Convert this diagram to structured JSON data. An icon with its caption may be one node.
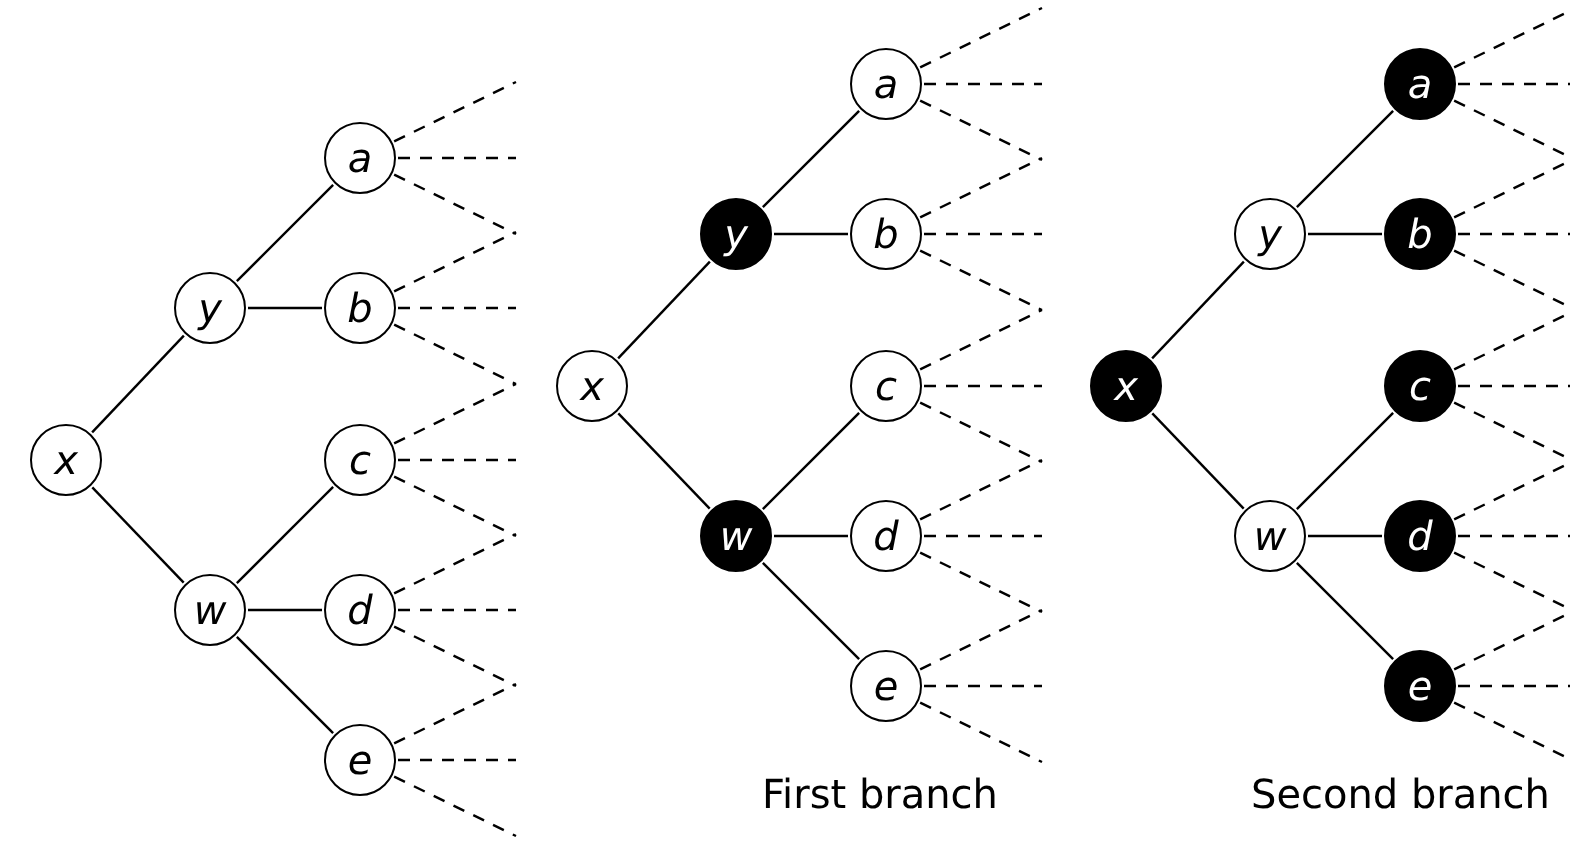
{
  "diagram": {
    "nodes": [
      {
        "text": [
          "x"
        ]
      },
      {
        "text": [
          "y"
        ]
      },
      {
        "text": [
          "w"
        ]
      },
      {
        "text": [
          "a"
        ]
      },
      {
        "text": [
          "b"
        ]
      },
      {
        "text": [
          "c"
        ]
      },
      {
        "text": [
          "d"
        ]
      },
      {
        "text": [
          "e"
        ]
      },
      {
        "text": [
          "x"
        ]
      },
      {
        "text": [
          "y"
        ]
      },
      {
        "text": [
          "w"
        ]
      },
      {
        "text": [
          "a"
        ]
      },
      {
        "text": [
          "b"
        ]
      },
      {
        "text": [
          "c"
        ]
      },
      {
        "text": [
          "d"
        ]
      },
      {
        "text": [
          "e"
        ]
      },
      {
        "text": [
          "x"
        ]
      },
      {
        "text": [
          "y"
        ]
      },
      {
        "text": [
          "w"
        ]
      },
      {
        "text": [
          "a"
        ]
      },
      {
        "text": [
          "b"
        ]
      },
      {
        "text": [
          "c"
        ]
      },
      {
        "text": [
          "d"
        ]
      },
      {
        "text": [
          "e"
        ]
      }
    ],
    "edges": [
      {
        "from": 0,
        "to": 1,
        "arrow": "none"
      },
      {
        "from": 0,
        "to": 2,
        "arrow": "none"
      },
      {
        "from": 1,
        "to": 3,
        "arrow": "none"
      },
      {
        "from": 1,
        "to": 4,
        "arrow": "none"
      },
      {
        "from": 2,
        "to": 5,
        "arrow": "none"
      },
      {
        "from": 2,
        "to": 6,
        "arrow": "none"
      },
      {
        "from": 2,
        "to": 7,
        "arrow": "none"
      },
      {
        "from": 3,
        "to": null,
        "arrow": "none",
        "style": "dashed"
      },
      {
        "from": 3,
        "to": null,
        "arrow": "none",
        "style": "dashed"
      },
      {
        "from": 3,
        "to": null,
        "arrow": "none",
        "style": "dashed"
      },
      {
        "from": 4,
        "to": null,
        "arrow": "none",
        "style": "dashed"
      },
      {
        "from": 4,
        "to": null,
        "arrow": "none",
        "style": "dashed"
      },
      {
        "from": 4,
        "to": null,
        "arrow": "none",
        "style": "dashed"
      },
      {
        "from": 5,
        "to": null,
        "arrow": "none",
        "style": "dashed"
      },
      {
        "from": 5,
        "to": null,
        "arrow": "none",
        "style": "dashed"
      },
      {
        "from": 5,
        "to": null,
        "arrow": "none",
        "style": "dashed"
      },
      {
        "from": 6,
        "to": null,
        "arrow": "none",
        "style": "dashed"
      },
      {
        "from": 6,
        "to": null,
        "arrow": "none",
        "style": "dashed"
      },
      {
        "from": 6,
        "to": null,
        "arrow": "none",
        "style": "dashed"
      },
      {
        "from": 7,
        "to": null,
        "arrow": "none",
        "style": "dashed"
      },
      {
        "from": 7,
        "to": null,
        "arrow": "none",
        "style": "dashed"
      },
      {
        "from": 7,
        "to": null,
        "arrow": "none",
        "style": "dashed"
      },
      {
        "from": 8,
        "to": 9,
        "arrow": "none"
      },
      {
        "from": 8,
        "to": 10,
        "arrow": "none"
      },
      {
        "from": 9,
        "to": 11,
        "arrow": "none"
      },
      {
        "from": 9,
        "to": 12,
        "arrow": "none"
      },
      {
        "from": 10,
        "to": 13,
        "arrow": "none"
      },
      {
        "from": 10,
        "to": 14,
        "arrow": "none"
      },
      {
        "from": 10,
        "to": 15,
        "arrow": "none"
      },
      {
        "from": 11,
        "to": null,
        "arrow": "none",
        "style": "dashed"
      },
      {
        "from": 11,
        "to": null,
        "arrow": "none",
        "style": "dashed"
      },
      {
        "from": 11,
        "to": null,
        "arrow": "none",
        "style": "dashed"
      },
      {
        "from": 12,
        "to": null,
        "arrow": "none",
        "style": "dashed"
      },
      {
        "from": 12,
        "to": null,
        "arrow": "none",
        "style": "dashed"
      },
      {
        "from": 12,
        "to": null,
        "arrow": "none",
        "style": "dashed"
      },
      {
        "from": 13,
        "to": null,
        "arrow": "none",
        "style": "dashed"
      },
      {
        "from": 13,
        "to": null,
        "arrow": "none",
        "style": "dashed"
      },
      {
        "from": 13,
        "to": null,
        "arrow": "none",
        "style": "dashed"
      },
      {
        "from": 14,
        "to": null,
        "arrow": "none",
        "style": "dashed"
      },
      {
        "from": 14,
        "to": null,
        "arrow": "none",
        "style": "dashed"
      },
      {
        "from": 14,
        "to": null,
        "arrow": "none",
        "style": "dashed"
      },
      {
        "from": 15,
        "to": null,
        "arrow": "none",
        "style": "dashed"
      },
      {
        "from": 15,
        "to": null,
        "arrow": "none",
        "style": "dashed"
      },
      {
        "from": 15,
        "to": null,
        "arrow": "none",
        "style": "dashed"
      },
      {
        "from": 16,
        "to": 17,
        "arrow": "none"
      },
      {
        "from": 16,
        "to": 18,
        "arrow": "none"
      },
      {
        "from": 17,
        "to": 19,
        "arrow": "none"
      },
      {
        "from": 17,
        "to": 20,
        "arrow": "none"
      },
      {
        "from": 18,
        "to": 21,
        "arrow": "none"
      },
      {
        "from": 18,
        "to": 22,
        "arrow": "none"
      },
      {
        "from": 18,
        "to": 23,
        "arrow": "none"
      },
      {
        "from": 19,
        "to": null,
        "arrow": "none",
        "style": "dashed"
      },
      {
        "from": 19,
        "to": null,
        "arrow": "none",
        "style": "dashed"
      },
      {
        "from": 19,
        "to": null,
        "arrow": "none",
        "style": "dashed"
      },
      {
        "from": 20,
        "to": null,
        "arrow": "none",
        "style": "dashed"
      },
      {
        "from": 20,
        "to": null,
        "arrow": "none",
        "style": "dashed"
      },
      {
        "from": 20,
        "to": null,
        "arrow": "none",
        "style": "dashed"
      },
      {
        "from": 21,
        "to": null,
        "arrow": "none",
        "style": "dashed"
      },
      {
        "from": 21,
        "to": null,
        "arrow": "none",
        "style": "dashed"
      },
      {
        "from": 21,
        "to": null,
        "arrow": "none",
        "style": "dashed"
      },
      {
        "from": 22,
        "to": null,
        "arrow": "none",
        "style": "dashed"
      },
      {
        "from": 22,
        "to": null,
        "arrow": "none",
        "style": "dashed"
      },
      {
        "from": 22,
        "to": null,
        "arrow": "none",
        "style": "dashed"
      },
      {
        "from": 23,
        "to": null,
        "arrow": "none",
        "style": "dashed"
      },
      {
        "from": 23,
        "to": null,
        "arrow": "none",
        "style": "dashed"
      },
      {
        "from": 23,
        "to": null,
        "arrow": "none",
        "style": "dashed"
      }
    ],
    "labels": [
      "First branch",
      "Second branch"
    ]
  }
}
